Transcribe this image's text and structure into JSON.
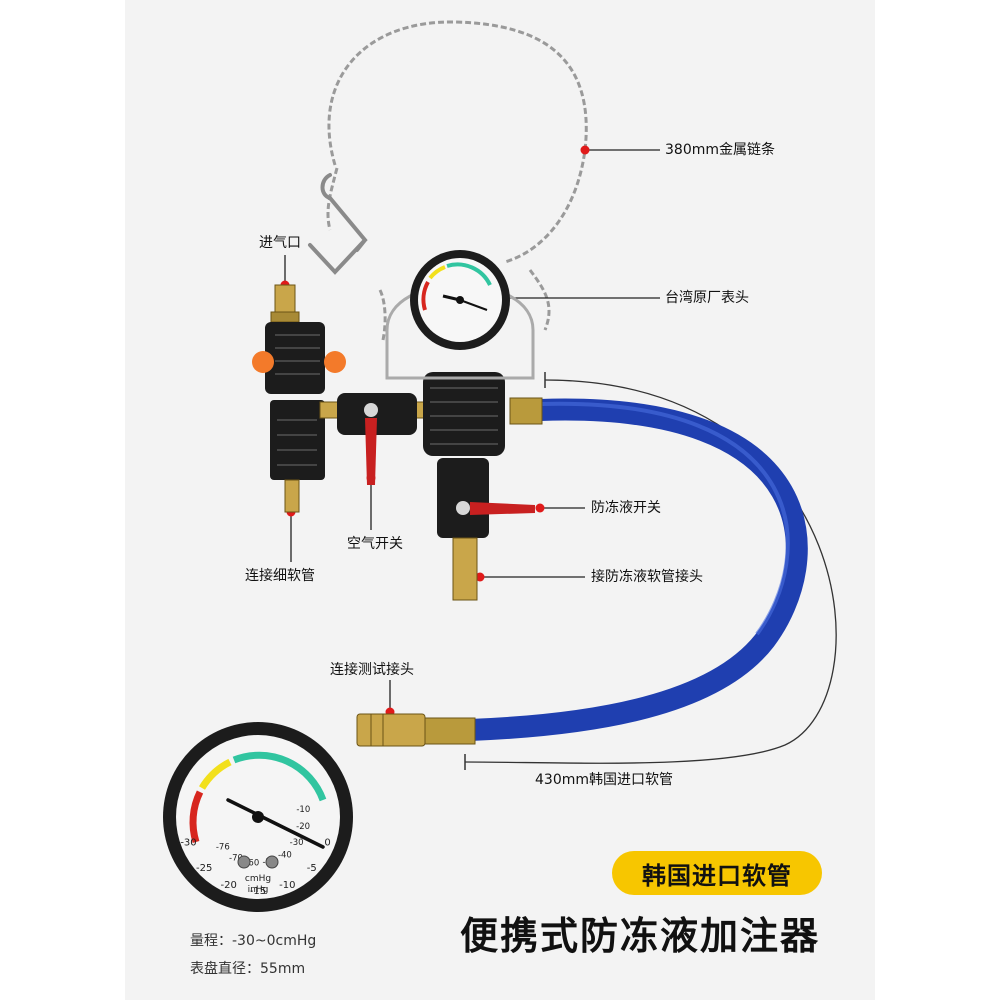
{
  "labels": {
    "chain": "380mm金属链条",
    "gauge_head": "台湾原厂表头",
    "air_inlet": "进气口",
    "coolant_switch": "防冻液开关",
    "air_switch": "空气开关",
    "thin_hose": "连接细软管",
    "coolant_hose_joint": "接防冻液软管接头",
    "test_joint": "连接测试接头",
    "hose": "430mm韩国进口软管"
  },
  "badge": "韩国进口软管",
  "title": "便携式防冻液加注器",
  "specs": {
    "range": "量程：-30~0cmHg",
    "diameter": "表盘直径：55mm"
  },
  "gauge": {
    "outer_ticks": [
      "-30",
      "-25",
      "-20",
      "-15",
      "-10",
      "-5",
      "0"
    ],
    "inner_ticks": [
      "-76",
      "-70",
      "-60",
      "-50",
      "-40",
      "-30",
      "-20",
      "-10"
    ],
    "units_top": "cmHg",
    "units_bottom": "inHg"
  },
  "colors": {
    "hose": "#1f3fb0",
    "badge": "#f7c600",
    "callout_dot": "#e01a1a",
    "gauge_red": "#d7261e",
    "gauge_yellow": "#f2e01c",
    "gauge_green": "#31c5a0"
  }
}
